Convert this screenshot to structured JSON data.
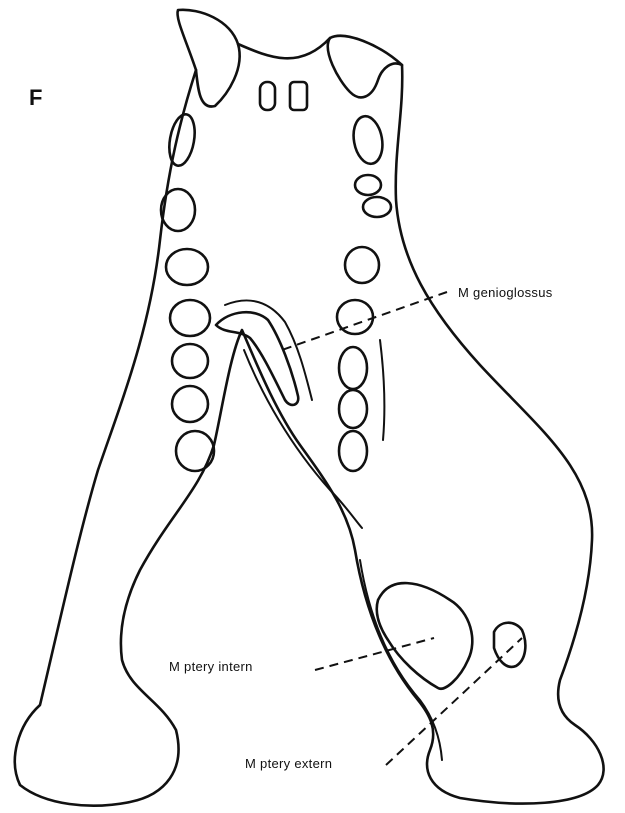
{
  "figure": {
    "panel_letter": "F",
    "labels": {
      "genioglossus": "M  genioglossus",
      "ptery_intern": "M  ptery intern",
      "ptery_extern": "M ptery extern"
    }
  }
}
